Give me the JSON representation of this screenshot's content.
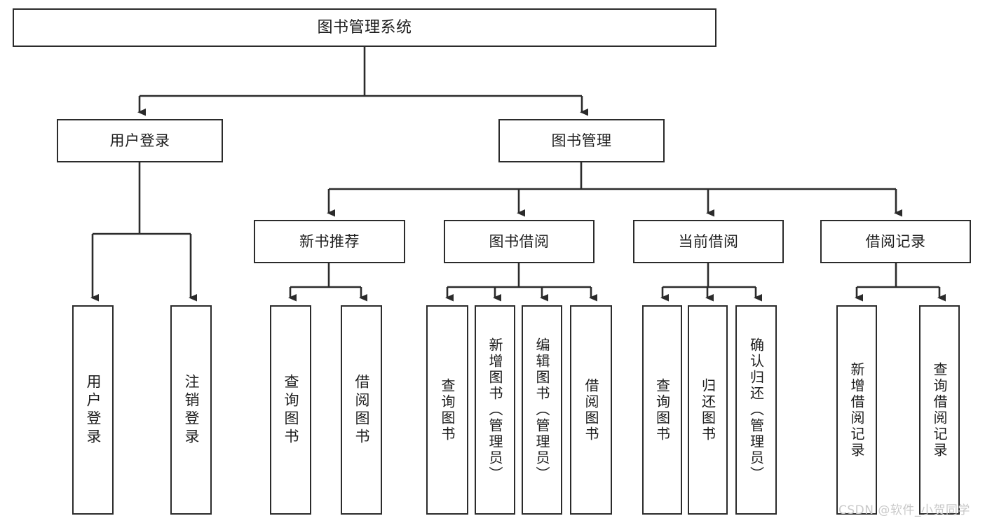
{
  "diagram": {
    "title": "图书管理系统",
    "type": "tree",
    "root": {
      "label": "图书管理系统"
    },
    "level1": [
      {
        "label": "用户登录"
      },
      {
        "label": "图书管理"
      }
    ],
    "level2": [
      {
        "label": "新书推荐"
      },
      {
        "label": "图书借阅"
      },
      {
        "label": "当前借阅"
      },
      {
        "label": "借阅记录"
      }
    ],
    "leaves": {
      "user_login": [
        {
          "label": "用户登录"
        },
        {
          "label": "注销登录"
        }
      ],
      "new_book_recommend": [
        {
          "label": "查询图书"
        },
        {
          "label": "借阅图书"
        }
      ],
      "book_borrow": [
        {
          "label": "查询图书"
        },
        {
          "label": "新增图书（管理员）"
        },
        {
          "label": "编辑图书（管理员）"
        },
        {
          "label": "借阅图书"
        }
      ],
      "current_borrow": [
        {
          "label": "查询图书"
        },
        {
          "label": "归还图书"
        },
        {
          "label": "确认归还（管理员）"
        }
      ],
      "borrow_record": [
        {
          "label": "新增借阅记录"
        },
        {
          "label": "查询借阅记录"
        }
      ]
    }
  },
  "watermark": {
    "text": "CSDN @软件_小贺同学"
  },
  "colors": {
    "stroke": "#2b2b2b",
    "text": "#1d1d1d",
    "background": "#ffffff",
    "watermark": "#c9c9c9"
  }
}
